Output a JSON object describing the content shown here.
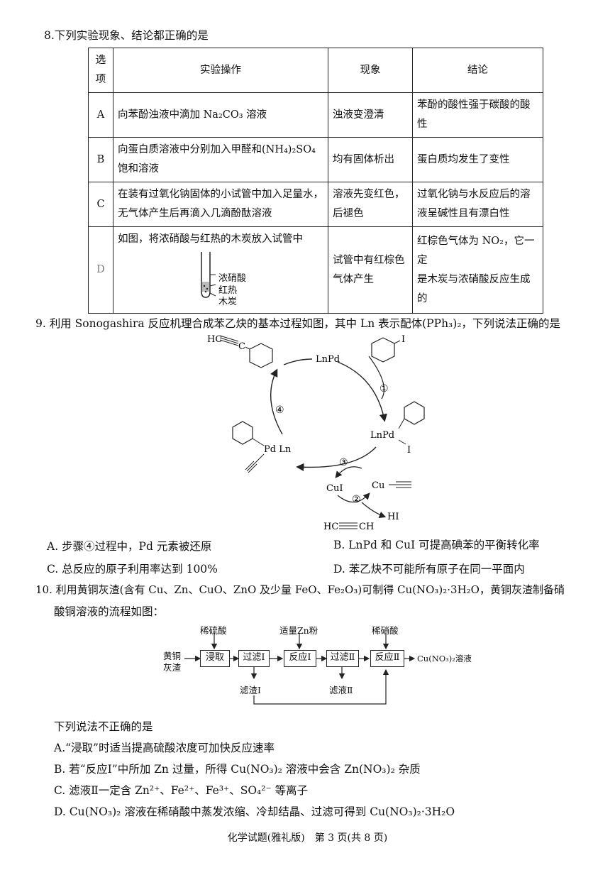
{
  "q8": {
    "stem": "8.下列实验现象、结论都正确的是",
    "headers": [
      "选项",
      "实验操作",
      "现象",
      "结论"
    ],
    "rows": [
      {
        "opt": "A",
        "op1": "向苯酚浊液中滴加 Na₂CO₃ 溶液",
        "op2": "",
        "ph1": "浊液变澄清",
        "ph2": "",
        "co1": "苯酚的酸性强于碳酸的酸性",
        "co2": ""
      },
      {
        "opt": "B",
        "op1": "向蛋白质溶液中分别加入甲醛和(NH₄)₂SO₄",
        "op2": "饱和溶液",
        "ph1": "均有固体析出",
        "ph2": "",
        "co1": "蛋白质均发生了变性",
        "co2": ""
      },
      {
        "opt": "C",
        "op1": "在装有过氧化钠固体的小试管中加入足量水，",
        "op2": "无气体产生后再滴入几滴酚酞溶液",
        "ph1": "溶液先变红色，",
        "ph2": "后褪色",
        "co1": "过氧化钠与水反应后的溶",
        "co2": "液呈碱性且有漂白性"
      },
      {
        "opt": "D",
        "op1": "如图，将浓硝酸与红热的木炭放入试管中",
        "op2": "",
        "ph1": "试管中有红棕色",
        "ph2": "气体产生",
        "co1": "红棕色气体为 NO₂，它一定",
        "co2": "是木炭与浓硝酸反应生成的"
      }
    ],
    "tube_labels": [
      "浓硝酸",
      "红热",
      "木炭"
    ]
  },
  "q9": {
    "stem": "9. 利用 Sonogashira 反应机理合成苯乙炔的基本过程如图，其中 Ln 表示配体(PPh₃)₂，下列说法正确的是",
    "diagram": {
      "hc": "HC",
      "c": "C",
      "lnpd": "LnPd",
      "i": "I",
      "lnpd2": "LnPd",
      "pdln": "Pd Ln",
      "cui": "CuI",
      "cu": "Cu",
      "hi": "HI",
      "acetylene_l": "HC",
      "acetylene_r": "CH",
      "steps": [
        "①",
        "②",
        "③",
        "④"
      ]
    },
    "options": [
      "A. 步骤④过程中，Pd 元素被还原",
      "B. LnPd 和 CuI 可提高碘苯的平衡转化率",
      "C. 总反应的原子利用率达到 100%",
      "D. 苯乙炔不可能所有原子在同一平面内"
    ]
  },
  "q10": {
    "stem1": "10. 利用黄铜灰渣(含有 Cu、Zn、CuO、ZnO 及少量 FeO、Fe₂O₃)可制得 Cu(NO₃)₂·3H₂O，黄铜灰渣制备硝",
    "stem2": "酸铜溶液的流程如图：",
    "flow": {
      "start1": "黄铜",
      "start2": "灰渣",
      "reagent1": "稀硫酸",
      "reagent2": "适量Zn粉",
      "reagent3": "稀硝酸",
      "box1": "浸取",
      "box2": "过滤Ⅰ",
      "box3": "反应Ⅰ",
      "box4": "过滤Ⅱ",
      "box5": "反应Ⅱ",
      "product": "Cu(NO₃)₂溶液",
      "waste1": "滤渣Ⅰ",
      "waste2": "滤液Ⅱ"
    },
    "lead": "下列说法不正确的是",
    "options": [
      "A.“浸取”时适当提高硫酸浓度可加快反应速率",
      "B. 若“反应Ⅰ”中所加 Zn 过量，所得 Cu(NO₃)₂ 溶液中会含 Zn(NO₃)₂ 杂质",
      "C. 滤液Ⅱ一定含 Zn²⁺、Fe²⁺、Fe³⁺、SO₄²⁻ 等离子",
      "D. Cu(NO₃)₂ 溶液在稀硝酸中蒸发浓缩、冷却结晶、过滤可得到 Cu(NO₃)₂·3H₂O"
    ]
  },
  "footer": "化学试题(雅礼版)　第 3 页(共 8 页)"
}
